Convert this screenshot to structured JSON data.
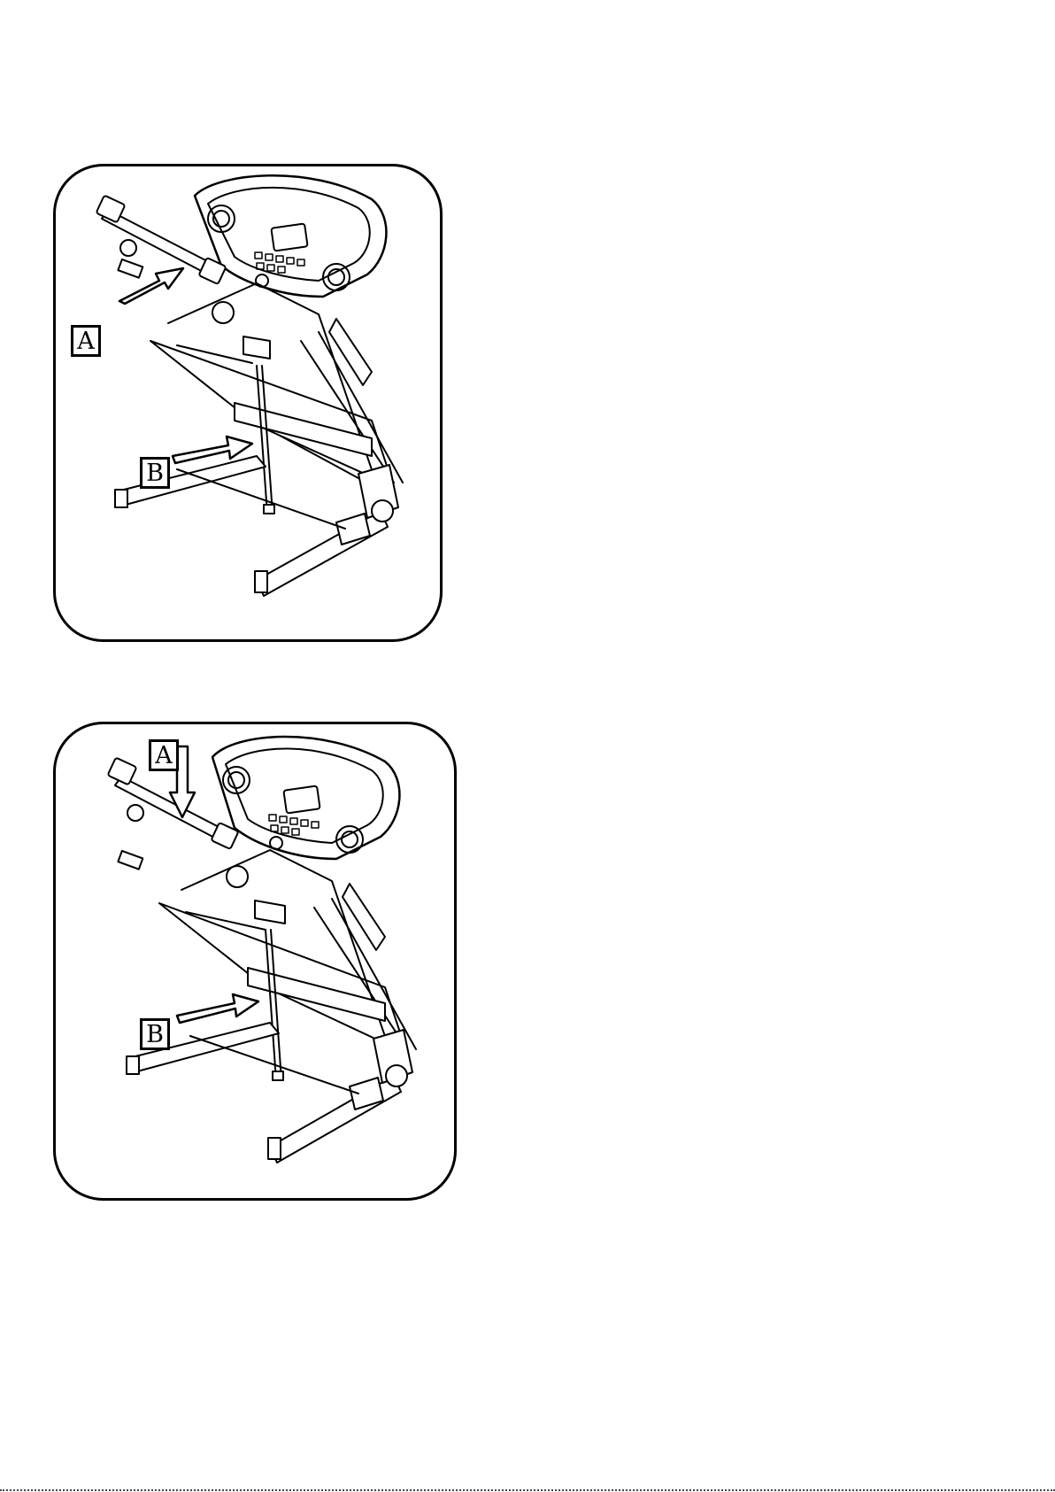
{
  "figures": [
    {
      "labels": {
        "a": "A",
        "b": "B"
      }
    },
    {
      "labels": {
        "a": "A",
        "b": "B"
      }
    }
  ],
  "colors": {
    "line": "#000000",
    "background": "#ffffff",
    "panel_border": "#000000"
  },
  "icons": [
    "treadmill-illustration-icon",
    "arrow-icon"
  ]
}
